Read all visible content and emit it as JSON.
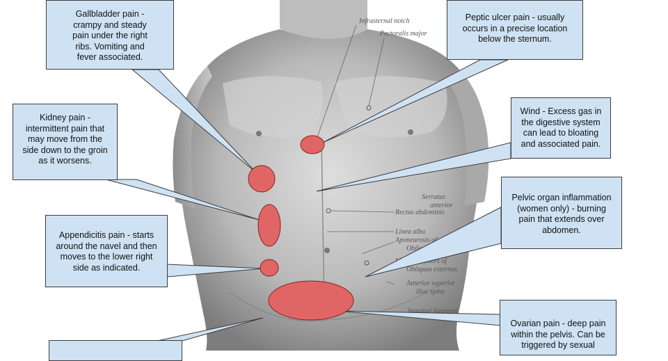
{
  "colors": {
    "callout_fill": "#cfe2f3",
    "callout_border": "#3a3a3a",
    "pain_marker": "#e06666",
    "marker_outline": "#8a1f1f",
    "body_shade": "#9a9a9a"
  },
  "callouts": {
    "gallbladder": "Gallbladder pain -\ncrampy and steady\npain under the right\nribs. Vomiting and\nfever associated.",
    "peptic_ulcer": "Peptic ulcer pain - usually\noccurs in a precise location\nbelow the sternum.",
    "kidney": "Kidney pain -\nintermittent pain that\nmay move from the\nside down to the groin\nas it worsens.",
    "wind": "Wind - Excess gas in\nthe digestive system\ncan lead to bloating\nand associated pain.",
    "pelvic": "Pelvic organ inflammation\n(women only)  - burning\npain that extends over\nabdomen.",
    "appendicitis": "Appendicitis pain - starts\naround the navel and then\nmoves to the lower right\nside as indicated.",
    "ovarian": "Ovarian pain - deep pain\nwithin the pelvis. Can be\ntriggered by sexual",
    "bottom_left": ""
  },
  "anatomy_labels": {
    "infrasternal_notch": "Infrasternal notch",
    "pectoralis_major": "Pectoralis major",
    "serratus_anterior_1": "Serratus",
    "serratus_anterior_2": "anterior",
    "rectus_abdominis": "Rectus abdominis",
    "linea_alba": "Linea alba",
    "aponeurosis_1": "Aponeurosis of",
    "aponeurosis_2": "Obliquus",
    "muscular_fibers_1": "Muscular fibers of",
    "muscular_fibers_2": "Obliquus externus",
    "ant_sup_iliac_1": "Anterior superior",
    "ant_sup_iliac_2": "iliac spine",
    "inguinal": "Inguinal ligament"
  }
}
